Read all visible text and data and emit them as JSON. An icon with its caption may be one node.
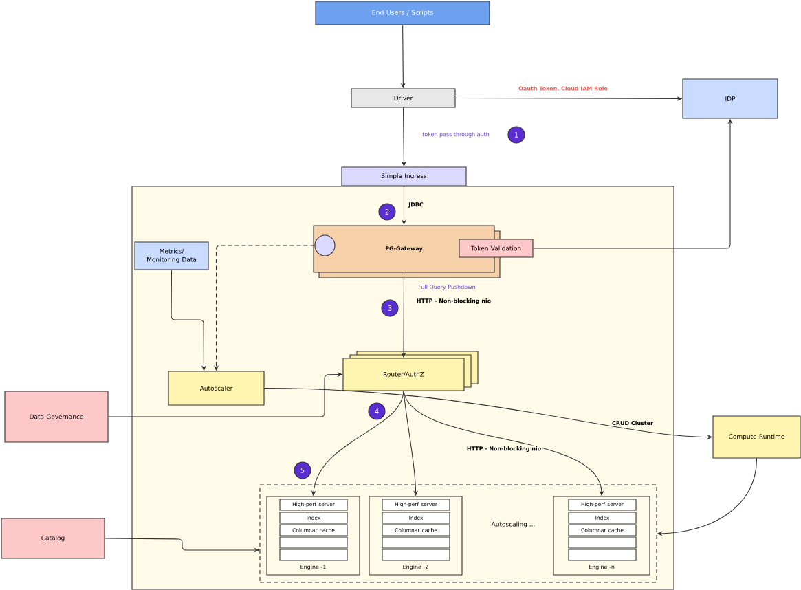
{
  "diagram": {
    "nodes": [
      {
        "text": [
          "End Users / Scripts"
        ]
      },
      {
        "text": [
          "Driver"
        ]
      },
      {
        "text": [
          "IDP"
        ]
      },
      {
        "text": [
          "Simple Ingress"
        ]
      },
      {
        "text": [],
        "shape": "box"
      },
      {
        "text": [
          "PG-Gateway"
        ],
        "in": 4
      },
      {
        "text": [],
        "shape": "circle",
        "in": 5
      },
      {
        "text": [
          "Token Validation"
        ],
        "in": 4
      },
      {
        "text": [
          "Metrics/ Monitoring Data"
        ],
        "in": 4
      },
      {
        "text": [
          "Autoscaler"
        ],
        "in": 4
      },
      {
        "text": [
          "Router/AuthZ"
        ],
        "in": 4
      },
      {
        "text": [
          "Data Governance"
        ]
      },
      {
        "text": [
          "Compute Runtime"
        ]
      },
      {
        "text": [
          "Autoscaling ..."
        ],
        "in": 4
      },
      {
        "text": [
          "Engine -1"
        ],
        "in": 13
      },
      {
        "text": [
          "High-perf server"
        ],
        "in": 14
      },
      {
        "text": [
          "Index"
        ],
        "in": 14
      },
      {
        "text": [
          "Columnar cache"
        ],
        "in": 14
      },
      {
        "text": [],
        "shape": "box",
        "in": 14
      },
      {
        "text": [],
        "shape": "box",
        "in": 14
      },
      {
        "text": [
          "Engine -2"
        ],
        "in": 13
      },
      {
        "text": [
          "High-perf server"
        ],
        "in": 20
      },
      {
        "text": [
          "Index"
        ],
        "in": 20
      },
      {
        "text": [
          "Columnar cache"
        ],
        "in": 20
      },
      {
        "text": [],
        "shape": "box",
        "in": 20
      },
      {
        "text": [],
        "shape": "box",
        "in": 20
      },
      {
        "text": [
          "Engine -n"
        ],
        "in": 13
      },
      {
        "text": [
          "High-perf server"
        ],
        "in": 26
      },
      {
        "text": [
          "Index"
        ],
        "in": 26
      },
      {
        "text": [
          "Columnar cache"
        ],
        "in": 26
      },
      {
        "text": [],
        "shape": "box",
        "in": 26
      },
      {
        "text": [],
        "shape": "box",
        "in": 26
      },
      {
        "text": [
          "Catalog"
        ]
      },
      {
        "text": [
          "1"
        ]
      },
      {
        "text": [
          "2"
        ],
        "in": 4
      },
      {
        "text": [
          "3"
        ],
        "in": 4
      },
      {
        "text": [
          "4"
        ],
        "in": 4
      },
      {
        "text": [
          "5"
        ],
        "in": 4
      }
    ],
    "edges": [
      {
        "from": 0,
        "to": 1,
        "arrow": "to"
      },
      {
        "from": 1,
        "to": 2,
        "arrow": "to",
        "label": "Oauth Token, Cloud IAM Role"
      },
      {
        "from": 1,
        "to": 3,
        "arrow": "to",
        "label": "token pass through auth"
      },
      {
        "from": 3,
        "to": 5,
        "arrow": "to",
        "label": "JDBC"
      },
      {
        "from": 7,
        "to": 2,
        "arrow": "to"
      },
      {
        "from": 6,
        "to": 9,
        "arrow": "to",
        "style": "dashed"
      },
      {
        "from": 8,
        "to": 9,
        "arrow": "to"
      },
      {
        "from": 5,
        "to": 10,
        "arrow": "to",
        "label": "Full Query Pushdown"
      },
      {
        "from": 11,
        "to": 10,
        "arrow": "to"
      },
      {
        "from": 9,
        "to": 12,
        "arrow": "to",
        "label": "CRUD Cluster"
      },
      {
        "from": 10,
        "to": 14,
        "arrow": "to"
      },
      {
        "from": 10,
        "to": 20,
        "arrow": "to"
      },
      {
        "from": 10,
        "to": 26,
        "arrow": "to",
        "label": "HTTP - Non-blocking nio"
      },
      {
        "from": 12,
        "to": 13,
        "arrow": "to"
      },
      {
        "from": 32,
        "to": 13,
        "arrow": "to"
      }
    ],
    "labels": [
      "HTTP - Non-blocking nio"
    ]
  }
}
